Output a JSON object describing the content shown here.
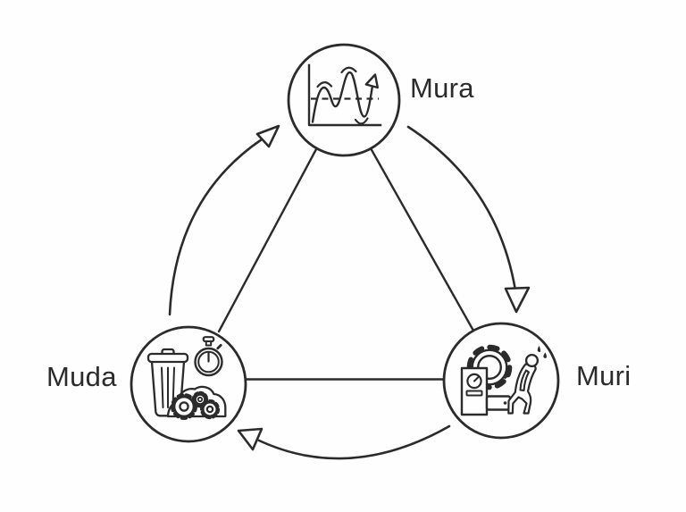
{
  "diagram": {
    "background": "#fefefe",
    "ink": "#2b2b2b",
    "nodes": [
      {
        "id": "mura",
        "label": "Mura",
        "position": "top",
        "icon": "fluctuation-wave-chart-icon"
      },
      {
        "id": "muda",
        "label": "Muda",
        "position": "bottom-left",
        "icon": "trash-stopwatch-gears-icon"
      },
      {
        "id": "muri",
        "label": "Muri",
        "position": "bottom-right",
        "icon": "machine-exhausted-worker-icon"
      }
    ],
    "connectors": [
      {
        "from": "mura",
        "to": "muri",
        "style": "straight-line"
      },
      {
        "from": "muri",
        "to": "muda",
        "style": "straight-line"
      },
      {
        "from": "muda",
        "to": "mura",
        "style": "straight-line"
      },
      {
        "from": "mura",
        "to": "muri",
        "style": "curved-arrow"
      },
      {
        "from": "muri",
        "to": "muda",
        "style": "curved-arrow"
      },
      {
        "from": "muda",
        "to": "mura",
        "style": "curved-arrow"
      }
    ]
  }
}
